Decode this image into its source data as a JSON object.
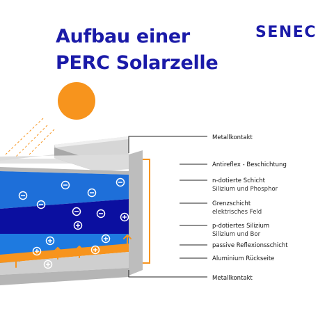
{
  "header": {
    "title_line1": "Aufbau einer",
    "title_line2": "PERC Solarzelle",
    "logo": "SENEC"
  },
  "labels": [
    {
      "id": "metallkontakt-top",
      "title": "Metallkontakt",
      "sub": ""
    },
    {
      "id": "antireflex",
      "title": "Antireflex - Beschichtung",
      "sub": ""
    },
    {
      "id": "n-dotiert",
      "title": "n-dotierte Schicht",
      "sub": "Silizium und Phosphor"
    },
    {
      "id": "grenzschicht",
      "title": "Grenzschicht",
      "sub": "elektrisches Feld"
    },
    {
      "id": "p-dotiert",
      "title": "p-dotiertes Silizium",
      "sub": "Silizium und Bor"
    },
    {
      "id": "passive",
      "title": "passive Reflexionsschicht",
      "sub": ""
    },
    {
      "id": "aluminium",
      "title": "Aluminium Rückseite",
      "sub": ""
    },
    {
      "id": "metallkontakt-bottom",
      "title": "Metallkontakt",
      "sub": ""
    }
  ],
  "symbols": {
    "minus": "−",
    "plus": "+"
  },
  "colors": {
    "brand": "#1a1aa8",
    "sun": "#f7941d",
    "n_layer": "#1e6fd9",
    "junction": "#0b0fa0",
    "p_layer": "#1e7ae0",
    "reflection": "#f7941d",
    "metal": "#cfcfcf"
  }
}
